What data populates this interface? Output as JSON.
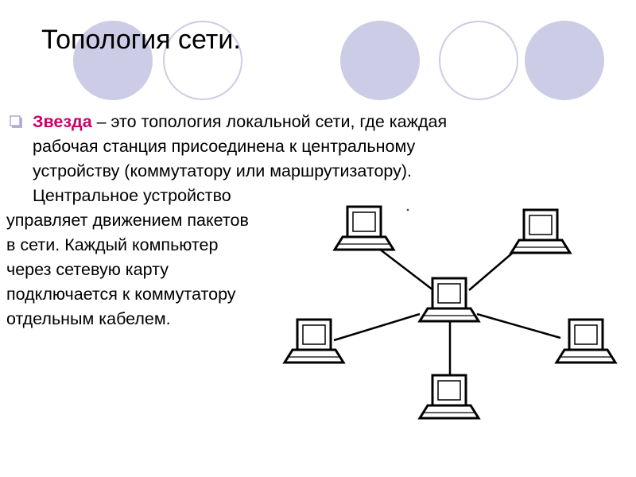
{
  "slide": {
    "title": "Топология сети.",
    "bullet": {
      "term": "Звезда",
      "lines": [
        " – это топология локальной сети, где каждая",
        "рабочая станция присоединена к центральному",
        "устройству (коммутатору или маршрутизатору).",
        "Центральное устройство",
        "управляет движением пакетов",
        "в сети. Каждый компьютер",
        "через сетевую карту",
        "подключается к коммутатору",
        "отдельным кабелем."
      ]
    }
  },
  "colors": {
    "accent": "#cc0066",
    "circle_fill": "#cccce6",
    "bullet_icon": "#b3b3d9"
  },
  "icons": {
    "bullet": "hollow-square-bullet-icon",
    "node": "computer-icon"
  },
  "diagram": {
    "type": "star-topology",
    "hub": "central-switch-computer",
    "nodes": [
      "top-left",
      "top-right",
      "left",
      "right",
      "bottom"
    ]
  }
}
